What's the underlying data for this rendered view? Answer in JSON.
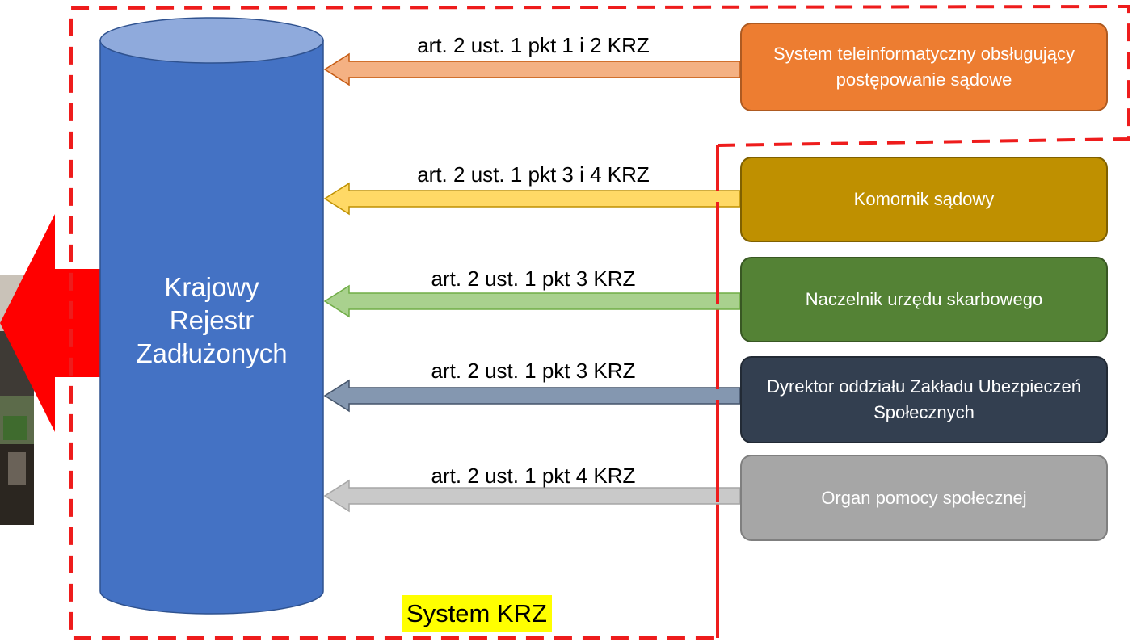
{
  "colors": {
    "frame": "#ee1c1c",
    "cylinder": "#4472c4",
    "cylinder_top": "#8faadc",
    "cylinder_outline": "#2f528f",
    "big_arrow": "#ff0000",
    "highlight": "#ffff00"
  },
  "register": {
    "line1": "Krajowy",
    "line2": "Rejestr",
    "line3": "Zadłużonych"
  },
  "system_label": "System KRZ",
  "flows": [
    {
      "label": "art. 2 ust. 1 pkt 1 i 2 KRZ",
      "source": "System teleinformatyczny obsługujący postępowanie sądowe",
      "box_color": "#ed7d31",
      "box_border": "#ae5a21",
      "arrow_color": "#f4b183",
      "arrow_border": "#c55a11"
    },
    {
      "label": "art. 2 ust. 1 pkt 3 i 4 KRZ",
      "source": "Komornik sądowy",
      "box_color": "#bf9000",
      "box_border": "#7f6000",
      "arrow_color": "#ffd966",
      "arrow_border": "#bf9000"
    },
    {
      "label": "art. 2 ust. 1 pkt 3 KRZ",
      "source": "Naczelnik urzędu skarbowego",
      "box_color": "#548235",
      "box_border": "#385723",
      "arrow_color": "#a9d18e",
      "arrow_border": "#70ad47"
    },
    {
      "label": "art. 2 ust. 1 pkt 3 KRZ",
      "source": "Dyrektor oddziału Zakładu Ubezpieczeń Społecznych",
      "box_color": "#333f50",
      "box_border": "#222a35",
      "arrow_color": "#8497b0",
      "arrow_border": "#44546a"
    },
    {
      "label": "art. 2 ust. 1 pkt 4 KRZ",
      "source": "Organ pomocy społecznej",
      "box_color": "#a6a6a6",
      "box_border": "#7f7f7f",
      "arrow_color": "#c9c9c9",
      "arrow_border": "#a6a6a6"
    }
  ]
}
